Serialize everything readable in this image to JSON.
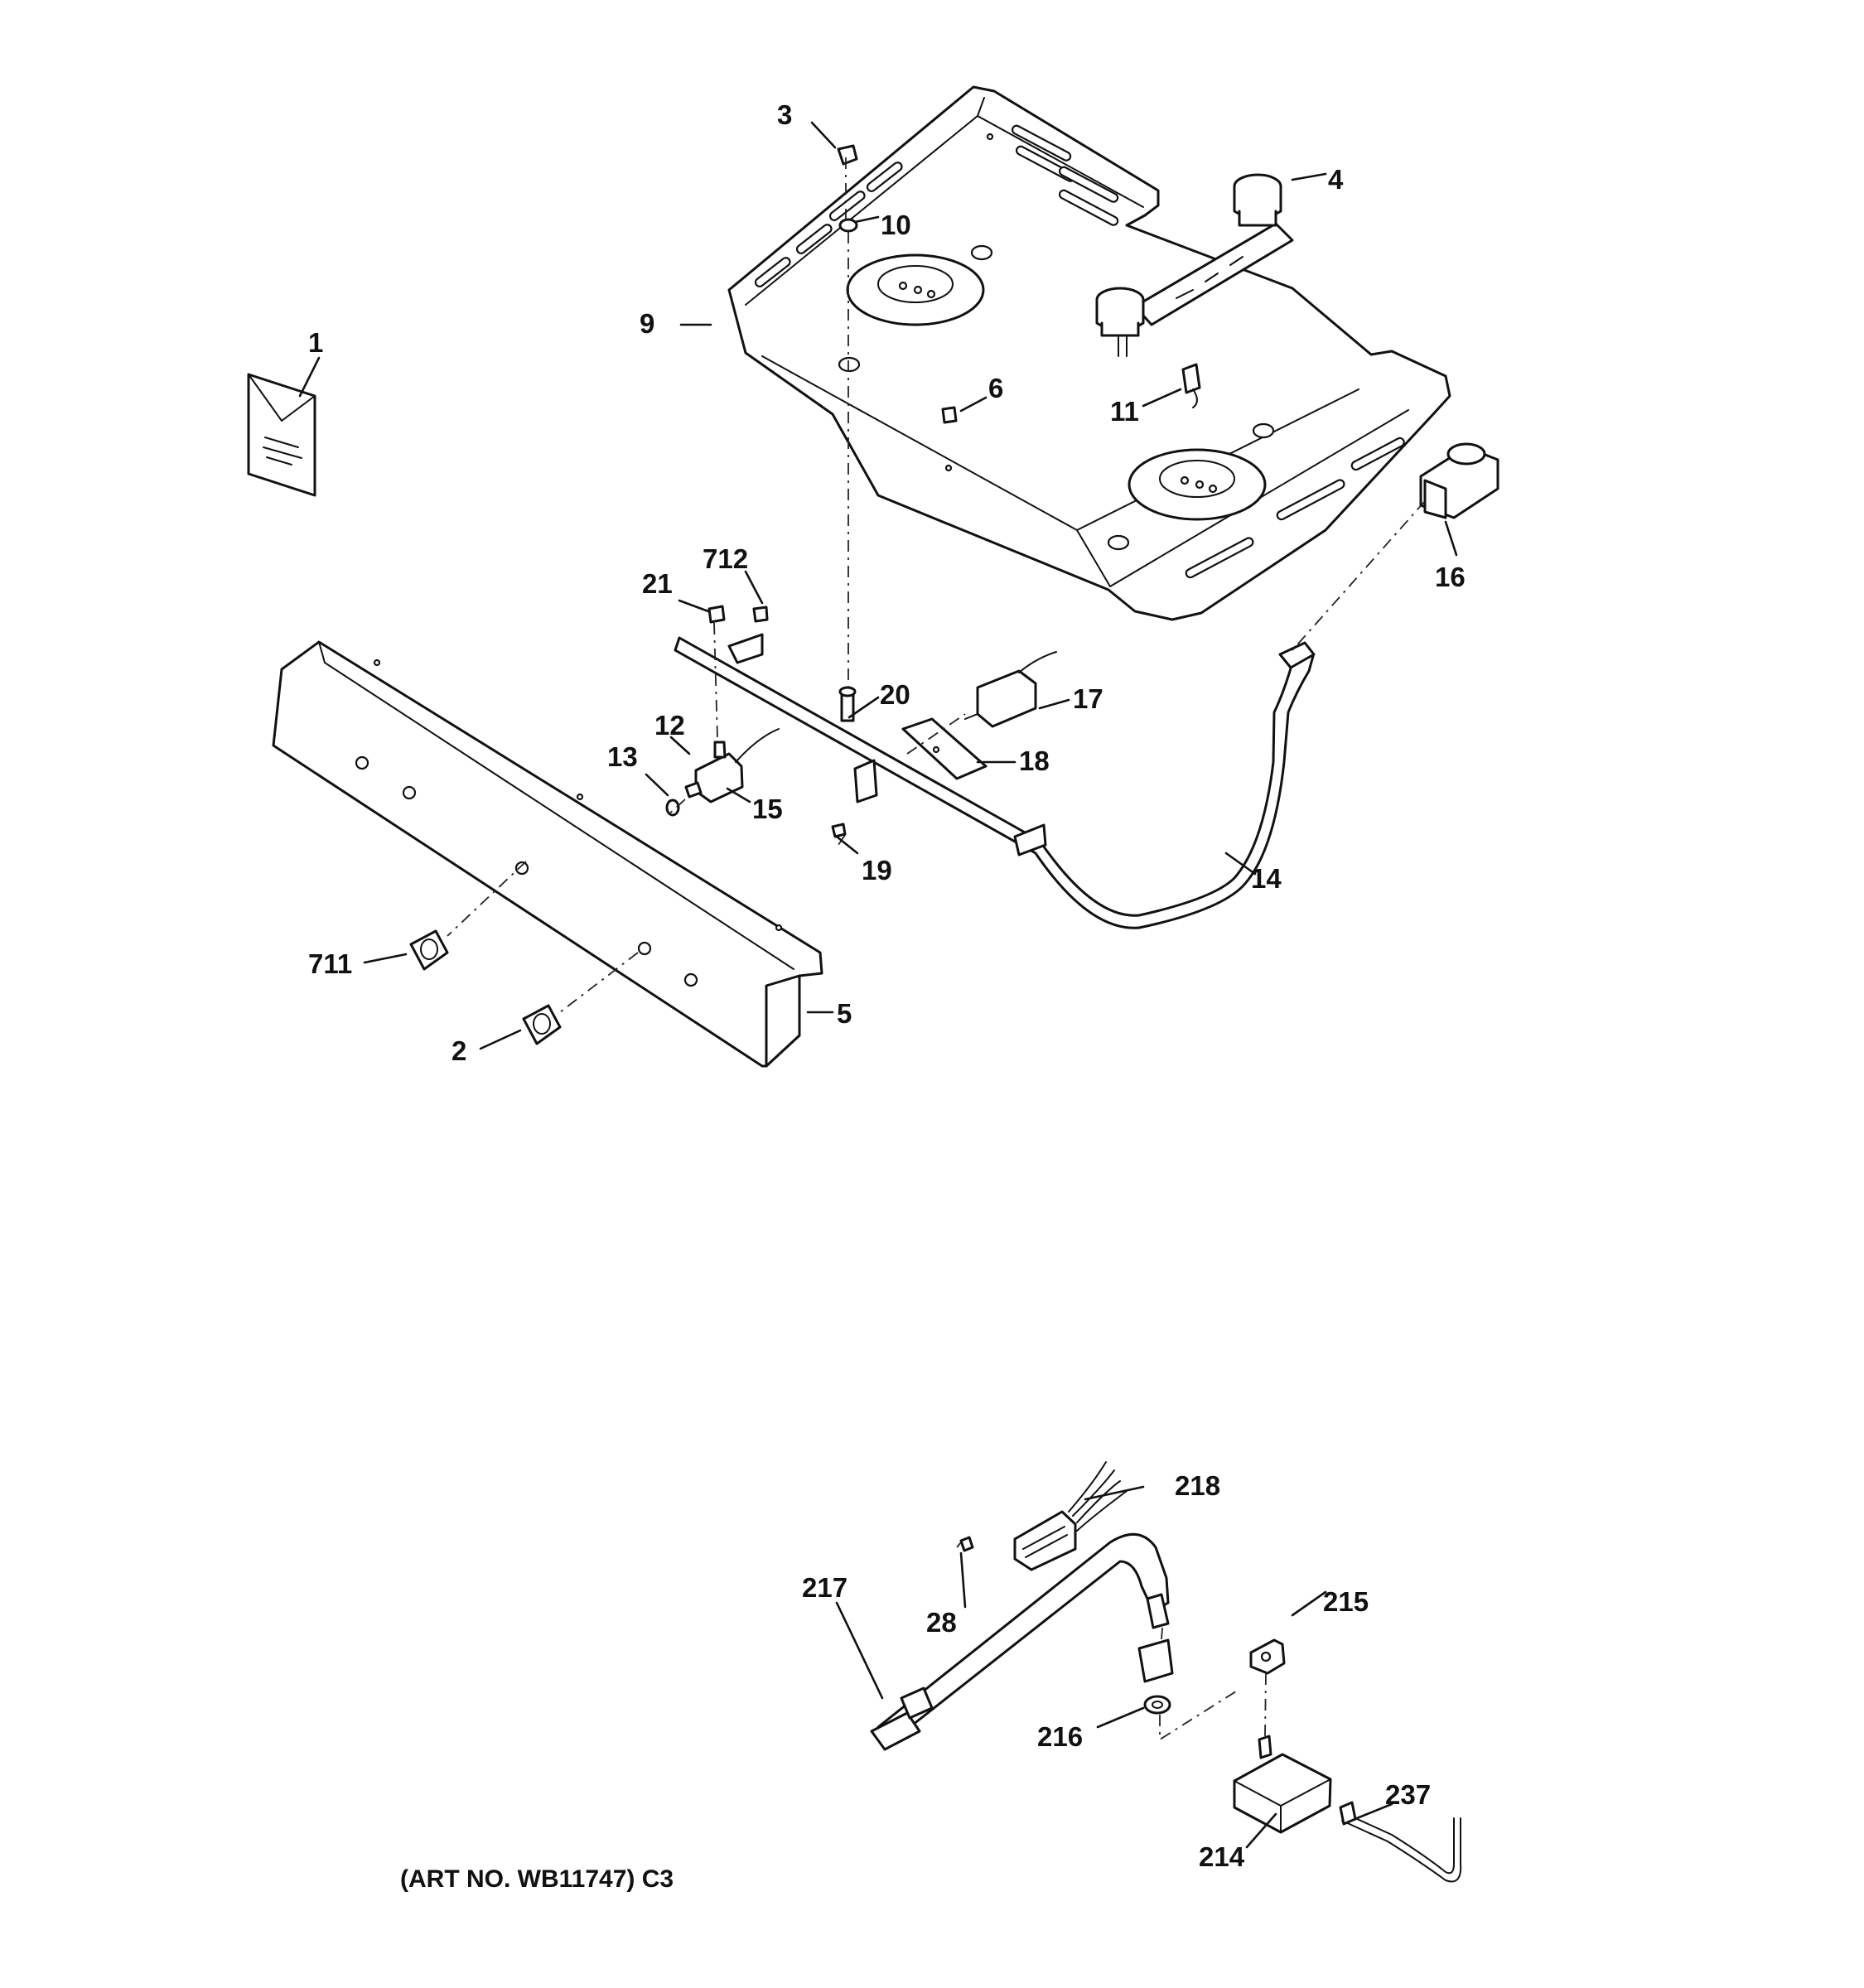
{
  "labels": {
    "l1": "1",
    "l2": "2",
    "l3": "3",
    "l4": "4",
    "l5": "5",
    "l6": "6",
    "l9": "9",
    "l10": "10",
    "l11": "11",
    "l12": "12",
    "l13": "13",
    "l14": "14",
    "l15": "15",
    "l16": "16",
    "l17": "17",
    "l18": "18",
    "l19": "19",
    "l20": "20",
    "l21": "21",
    "l28": "28",
    "l711": "711",
    "l712": "712",
    "l214": "214",
    "l215": "215",
    "l216": "216",
    "l217": "217",
    "l218": "218",
    "l237": "237"
  },
  "caption": "(ART NO. WB11747) C3"
}
